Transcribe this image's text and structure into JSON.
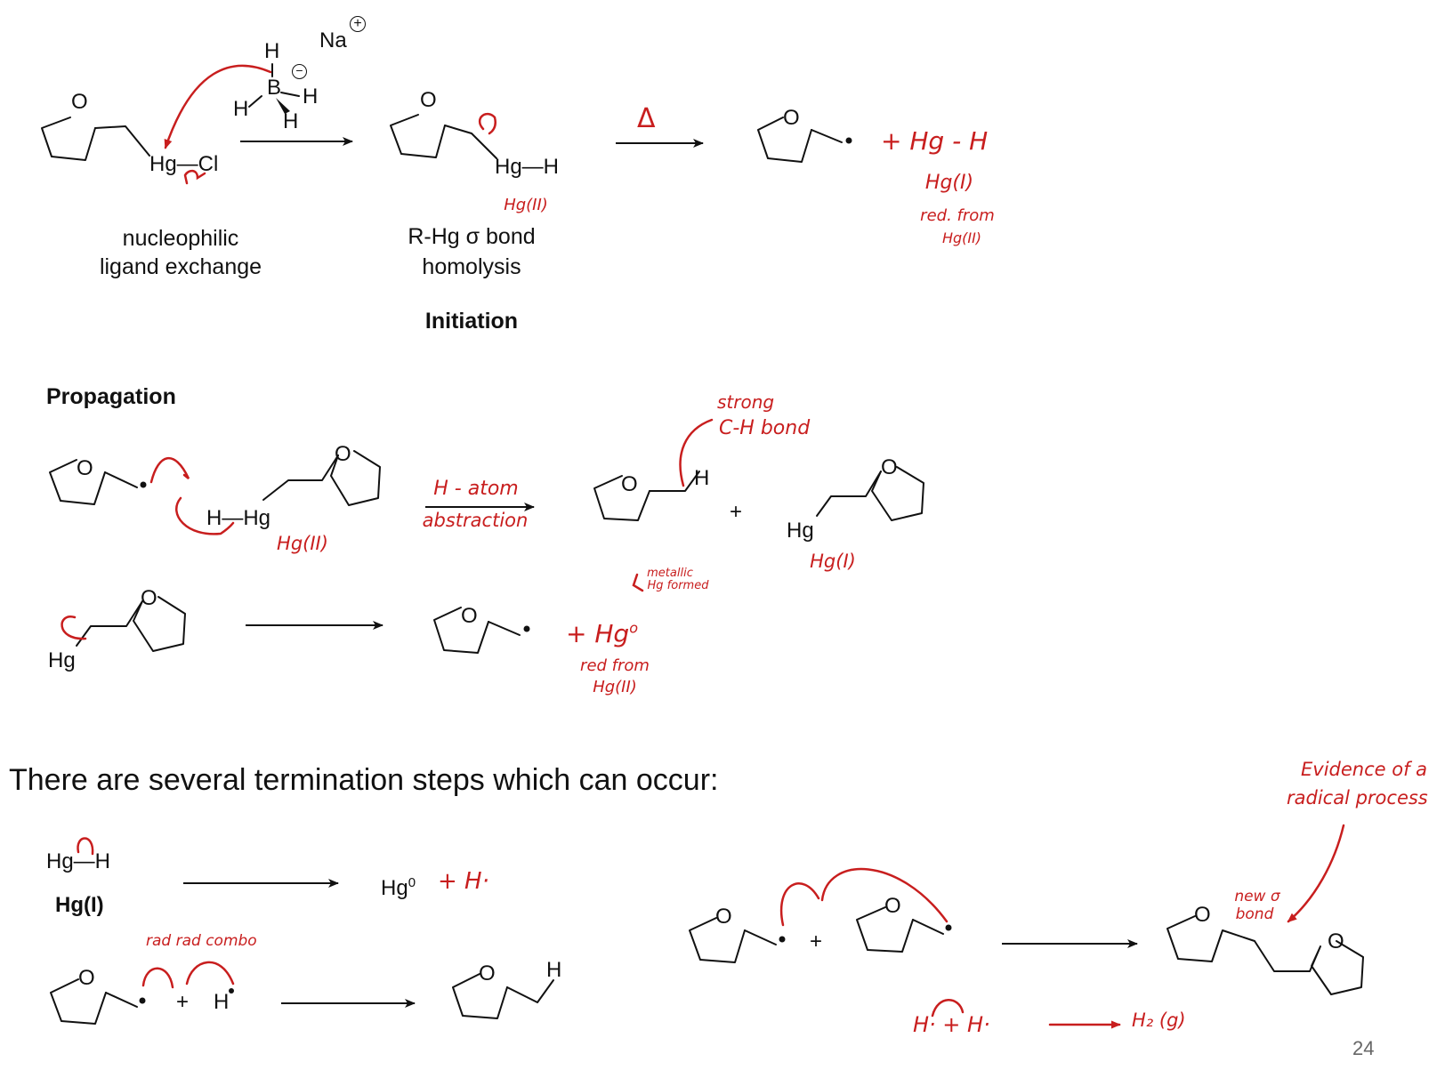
{
  "heading": "There are several termination steps which can occur:",
  "page_number": "24",
  "atoms": {
    "O": "O",
    "H": "H",
    "Na": "Na",
    "B": "B",
    "HgCl": "Hg—Cl",
    "HgH": "Hg—H",
    "HHg": "H—Hg",
    "Hg": "Hg",
    "Hg0": "Hg",
    "Hg0_sup": "0",
    "plus": "+"
  },
  "labels": {
    "nucleophilic": "nucleophilic",
    "ligand_exchange": "ligand exchange",
    "rhg_bond": "R-Hg σ bond",
    "homolysis": "homolysis",
    "initiation": "Initiation",
    "propagation": "Propagation",
    "hg_i": "Hg(I)"
  },
  "handwritten": {
    "delta": "Δ",
    "plus_hgh": "+ Hg - H",
    "hg_i_note": "Hg(I)",
    "red_from": "red. from",
    "hg_ii_note": "Hg(II)",
    "hg_ii_under": "Hg(II)",
    "strong": "strong",
    "ch_bond": "C-H bond",
    "h_atom": "H - atom",
    "abstraction": "abstraction",
    "hgcii": "Hg(II)",
    "hgci": "Hg(I)",
    "metallic": "metallic",
    "hg_formed": "Hg formed",
    "plus_hg0": "+ Hg",
    "hg0_sup": "o",
    "red_from2": "red from",
    "hg_ii_3": "Hg(II)",
    "plus_hdot": "+ H·",
    "rad_rad": "rad rad combo",
    "evidence": "Evidence of a",
    "radical_process": "radical process",
    "new_bond": "new σ",
    "bond": "bond",
    "h_eq": "H· + H·",
    "h2g": "H₂ (g)"
  },
  "colors": {
    "ink": "#111111",
    "annotation": "#c81e1e",
    "page_number": "#666666"
  }
}
